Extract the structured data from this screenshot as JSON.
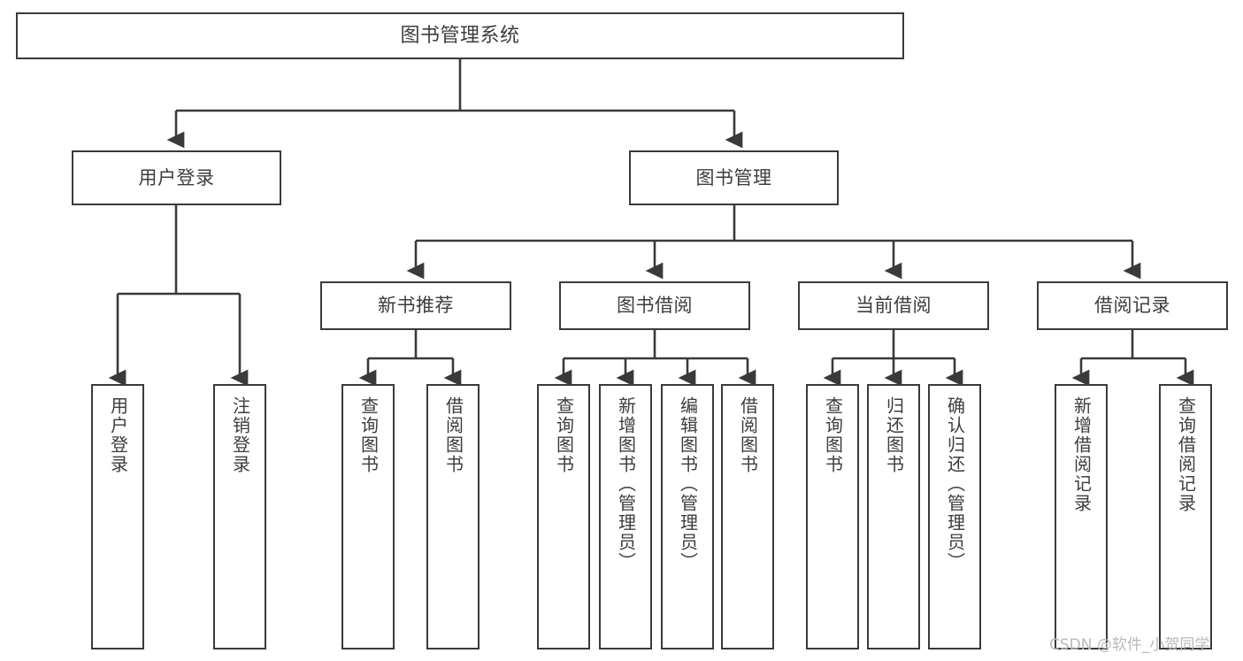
{
  "diagram": {
    "title": "图书管理系统",
    "type": "tree-hierarchy-chart",
    "orientation": "top-down",
    "stroke_color": "#3a3a3a",
    "fill_color": "#ffffff",
    "text_color": "#3d3d3d"
  },
  "watermark": {
    "text": "CSDN @软件_小贺同学"
  },
  "nodes": {
    "root": {
      "label": "图书管理系统"
    },
    "level2": [
      {
        "id": "user-login",
        "label": "用户登录"
      },
      {
        "id": "book-manage",
        "label": "图书管理"
      }
    ],
    "level3": [
      {
        "id": "new-book-recommend",
        "label": "新书推荐"
      },
      {
        "id": "book-borrow",
        "label": "图书借阅"
      },
      {
        "id": "current-borrow",
        "label": "当前借阅"
      },
      {
        "id": "borrow-record",
        "label": "借阅记录"
      }
    ],
    "leaves": [
      {
        "id": "leaf-user-login",
        "label": "用户登录",
        "parent": "user-login"
      },
      {
        "id": "leaf-logout-login",
        "label": "注销登录",
        "parent": "user-login"
      },
      {
        "id": "leaf-query-book-1",
        "label": "查询图书",
        "parent": "new-book-recommend"
      },
      {
        "id": "leaf-borrow-book-1",
        "label": "借阅图书",
        "parent": "new-book-recommend"
      },
      {
        "id": "leaf-query-book-2",
        "label": "查询图书",
        "parent": "book-borrow"
      },
      {
        "id": "leaf-add-book",
        "label": "新增图书（管理员）",
        "parent": "book-borrow"
      },
      {
        "id": "leaf-edit-book",
        "label": "编辑图书（管理员）",
        "parent": "book-borrow"
      },
      {
        "id": "leaf-borrow-book-2",
        "label": "借阅图书",
        "parent": "book-borrow"
      },
      {
        "id": "leaf-query-book-3",
        "label": "查询图书",
        "parent": "current-borrow"
      },
      {
        "id": "leaf-return-book",
        "label": "归还图书",
        "parent": "current-borrow"
      },
      {
        "id": "leaf-confirm-return",
        "label": "确认归还（管理员）",
        "parent": "current-borrow"
      },
      {
        "id": "leaf-add-record",
        "label": "新增借阅记录",
        "parent": "borrow-record"
      },
      {
        "id": "leaf-query-record",
        "label": "查询借阅记录",
        "parent": "borrow-record"
      }
    ]
  }
}
